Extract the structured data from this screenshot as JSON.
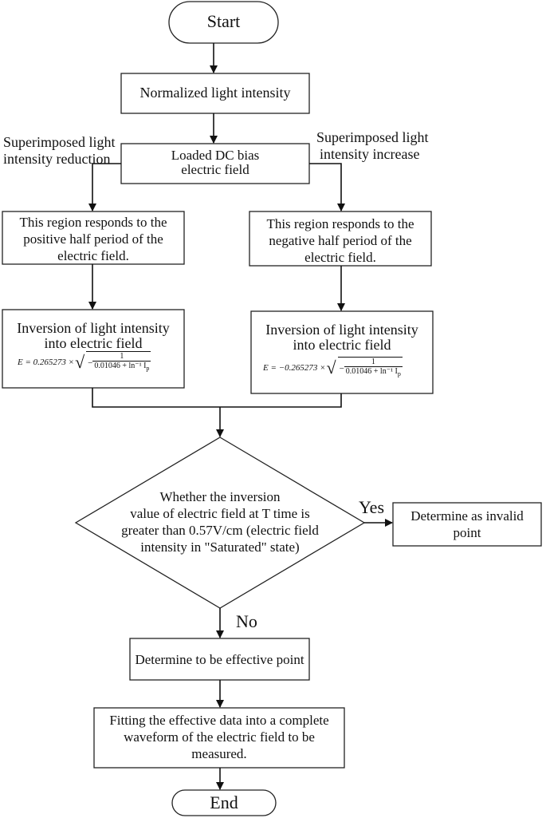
{
  "nodes": {
    "start": "Start",
    "normalize": "Normalized light intensity",
    "bias": [
      "Loaded DC bias",
      "electric field"
    ],
    "left_region": [
      "This region responds to the",
      "positive half period of the",
      "electric field."
    ],
    "right_region": [
      "This region responds to the",
      "negative half period of the",
      "electric field."
    ],
    "left_inversion": [
      "Inversion of light intensity",
      "into electric field"
    ],
    "right_inversion": [
      "Inversion of light intensity",
      "into electric field"
    ],
    "decision": [
      "Whether the inversion",
      "value  of electric field at T time is",
      "greater than 0.57V/cm (electric field",
      "intensity in \"Saturated\" state)"
    ],
    "invalid": [
      "Determine as invalid",
      "point"
    ],
    "effective": "Determine to be effective point",
    "fitting": [
      "Fitting the effective data into a complete",
      "waveform of the electric field to be",
      "measured."
    ],
    "end": "End"
  },
  "edge_labels": {
    "left_branch": [
      "Superimposed light",
      "intensity reduction"
    ],
    "right_branch": [
      "Superimposed light",
      "intensity increase"
    ],
    "yes": "Yes",
    "no": "No"
  },
  "formulas": {
    "left": {
      "lhs": "E = 0.265273 ×",
      "num": "1",
      "den": "0.01046 + ln⁻¹ I",
      "sub": "p",
      "sign": "−"
    },
    "right": {
      "lhs": "E = −0.265273 ×",
      "num": "1",
      "den": "0.01046 + ln⁻¹ I",
      "sub": "p",
      "sign": "−"
    }
  }
}
